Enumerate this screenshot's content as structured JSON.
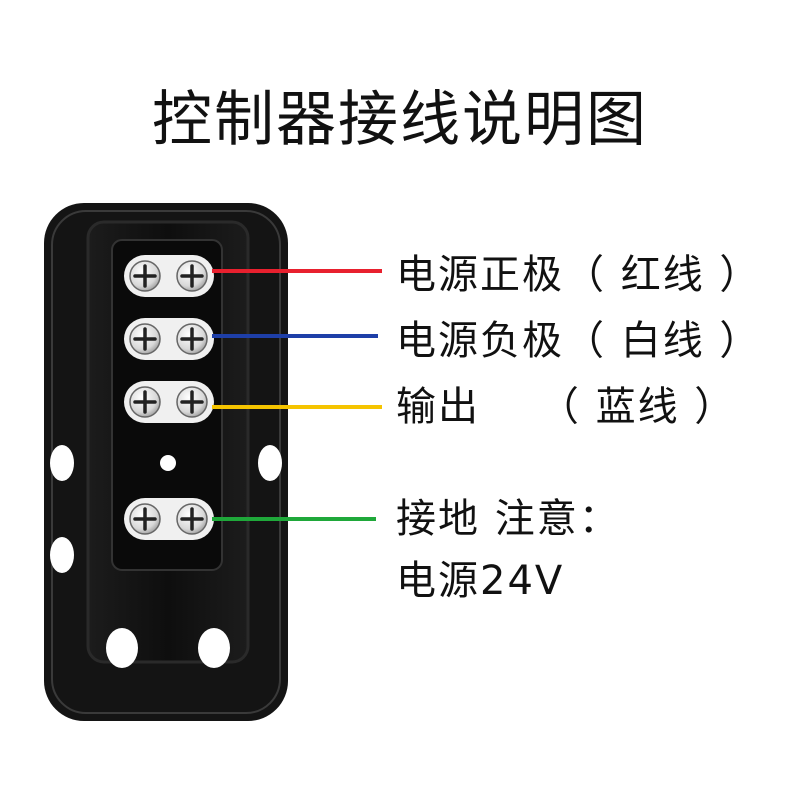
{
  "title": "控制器接线说明图",
  "connections": [
    {
      "label": "电源正极（ 红线 ）",
      "wire_color": "#e8202e"
    },
    {
      "label": "电源负极（ 白线 ）",
      "wire_color": "#1e3fa8"
    },
    {
      "label": "输出    （ 蓝线 ）",
      "wire_color": "#f5c400"
    },
    {
      "label": "接地 注意：",
      "wire_color": "#1fa83a"
    }
  ],
  "note": "电源24V",
  "icons": {
    "screw": "screw-icon",
    "mount_hole": "mount-hole-icon"
  },
  "colors": {
    "housing": "#141414",
    "housing_rim": "#2e2e2e",
    "terminal": "#f0f0f0"
  }
}
